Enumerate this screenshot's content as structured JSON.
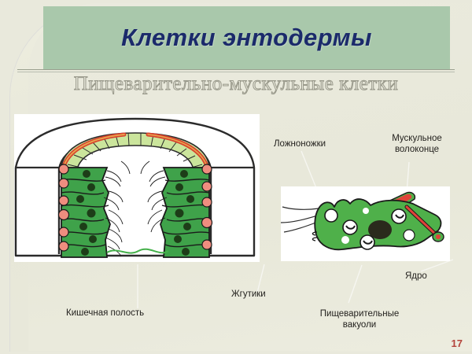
{
  "slide": {
    "page_number": "17",
    "background_color": "#e9e9dc",
    "band_color": "#a9c8ab",
    "title_color": "#1b2a6b",
    "page_number_color": "#b4443c"
  },
  "header": {
    "title": "Клетки энтодермы",
    "subtitle": "Пищеварительно-мускульные клетки"
  },
  "labels": {
    "pseudopodia": "Ложноножки",
    "muscle_fibril": "Мускульное\nволоконце",
    "nucleus": "Ядро",
    "digestive_vacuoles": "Пищеварительные\nвакуоли",
    "flagella": "Жгутики",
    "gut_cavity": "Кишечная полость"
  },
  "diagrams": {
    "left": {
      "name": "hydra-body-wall-cross-section",
      "ectoderm_color": "#c8e09a",
      "endoderm_color": "#3fa24a",
      "nucleus_color": "#1e3f1a",
      "granule_color": "#ef8d7f",
      "muscle_band_color": "#d8432e"
    },
    "right": {
      "name": "single-digestive-muscular-cell",
      "cell_color": "#4fb04a",
      "nucleus_color": "#2a2a1c",
      "muscle_fibril_color": "#e0433a",
      "vacuole_color": "#ffffff"
    }
  }
}
